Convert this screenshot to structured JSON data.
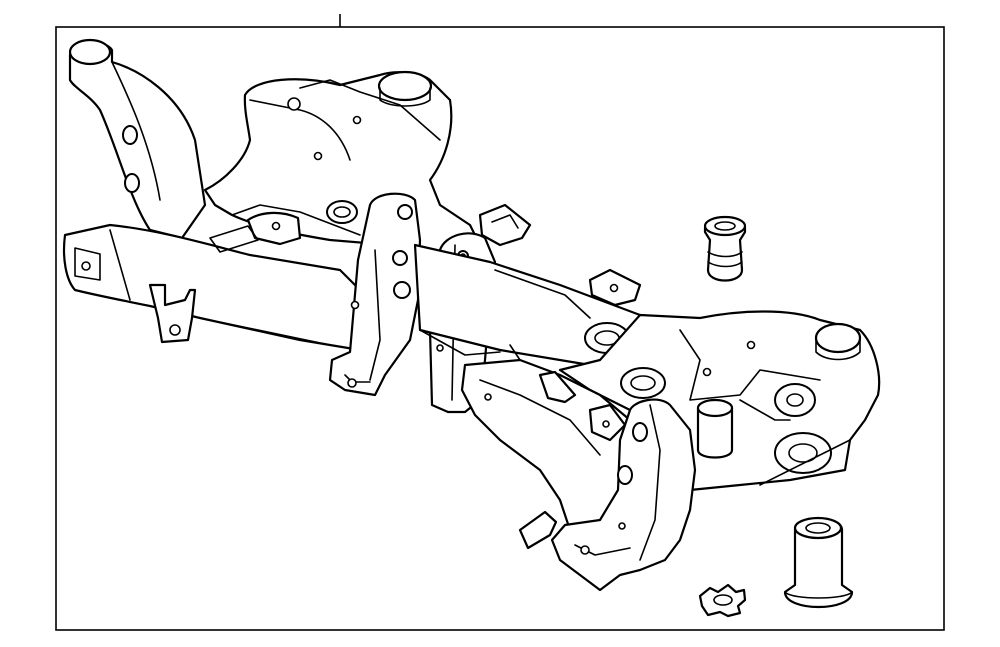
{
  "diagram": {
    "frame_color": "#000000",
    "background": "#ffffff",
    "parts": [
      {
        "name": "front-crossmember-subframe"
      },
      {
        "name": "upper-bushing"
      },
      {
        "name": "lower-bushing"
      },
      {
        "name": "retainer-clip"
      }
    ]
  }
}
